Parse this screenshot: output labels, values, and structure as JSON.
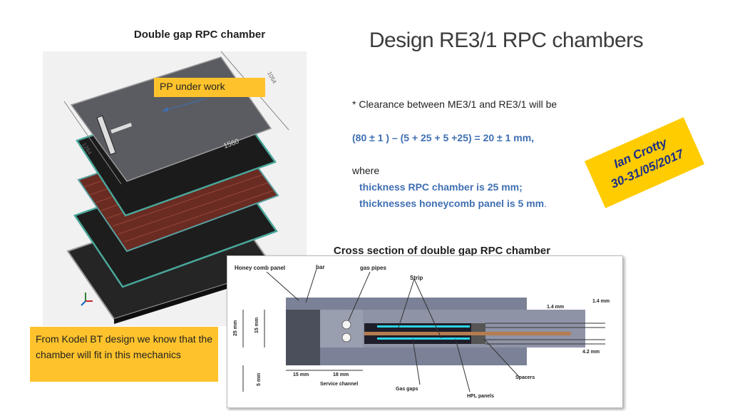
{
  "slide_title": "Design RE3/1 RPC chambers",
  "left_heading": "Double gap RPC chamber",
  "pp_callout": "PP under  work",
  "clearance_line": "* Clearance between ME3/1 and RE3/1 will be",
  "formula_line": "(80 ± 1 ) – (5 + 25 + 5 +25)  =  20 ± 1 mm,",
  "where_label": "where",
  "thickness_rpc": "thickness RPC chamber is 25 mm;",
  "thickness_honeycomb": "thicknesses honeycomb panel is 5 mm",
  "stamp": {
    "name": "Ian Crotty",
    "date": "30-31/05/2017"
  },
  "kodel_callout": "From Kodel BT design we know that the chamber will fit in this mechanics",
  "cross_section": {
    "heading": "Cross section of  double gap RPC chamber",
    "labels": {
      "honeycomb": "Honey comb panel",
      "bar": "bar",
      "gas_pipes": "gas pipes",
      "strip": "Strip",
      "d_1_4_a": "1.4 mm",
      "d_1_4_b": "1.4 mm",
      "d_4_2": "4.2 mm",
      "d_25": "25 mm",
      "d_15v": "15 mm",
      "d_5": "5 mm",
      "d_15h": "15 mm",
      "d_18": "18 mm",
      "service": "Service channel",
      "gas_gaps": "Gas gaps",
      "spacers": "Spacers",
      "hpl": "HPL panels"
    }
  },
  "drawing_dims": {
    "d1": "1560",
    "d2": "1264",
    "d3": "1054"
  },
  "colors": {
    "accent_yellow": "#fec32c",
    "blue_text": "#3f6fb2",
    "stamp_text": "#1a2e8a"
  }
}
